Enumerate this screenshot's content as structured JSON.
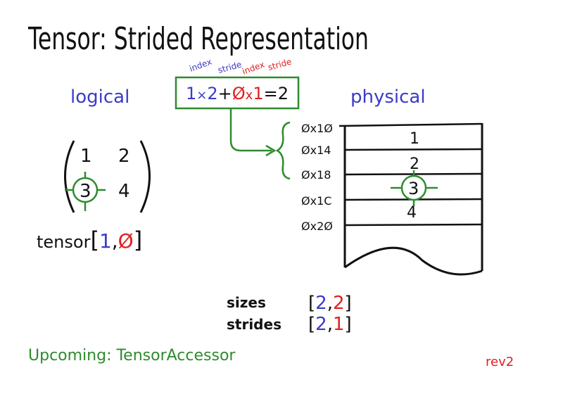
{
  "title": "Tensor: Strided Representation",
  "logical_label": "logical",
  "physical_label": "physical",
  "formula": {
    "index1": "1",
    "times1": "×",
    "stride1": "2",
    "plus": "+",
    "index2": "Ø",
    "times2": "x",
    "stride2": "1",
    "equals": "=",
    "result": "2",
    "annot_index1": "index",
    "annot_stride1": "stride",
    "annot_index2": "index",
    "annot_stride2": "stride"
  },
  "matrix": {
    "a": "1",
    "b": "2",
    "c": "3",
    "d": "4"
  },
  "accessor": {
    "prefix": "tensor",
    "open": "[",
    "i": "1",
    "comma": ",",
    "j": "Ø",
    "close": "]"
  },
  "addresses": [
    "Øx1Ø",
    "Øx14",
    "Øx18",
    "Øx1C",
    "Øx2Ø"
  ],
  "memory_cells": [
    "1",
    "2",
    "3",
    "4"
  ],
  "sizes": {
    "label": "sizes",
    "open": "[",
    "v1": "2",
    "comma": ",",
    "v2": "2",
    "close": "]"
  },
  "strides": {
    "label": "strides",
    "open": "[",
    "v1": "2",
    "comma": ",",
    "v2": "1",
    "close": "]"
  },
  "upcoming": "Upcoming:  TensorAccessor",
  "revision": "rev2",
  "colors": {
    "ink": "#111111",
    "blue": "#3b3bc8",
    "red": "#e02020",
    "green": "#2e8b2e"
  }
}
